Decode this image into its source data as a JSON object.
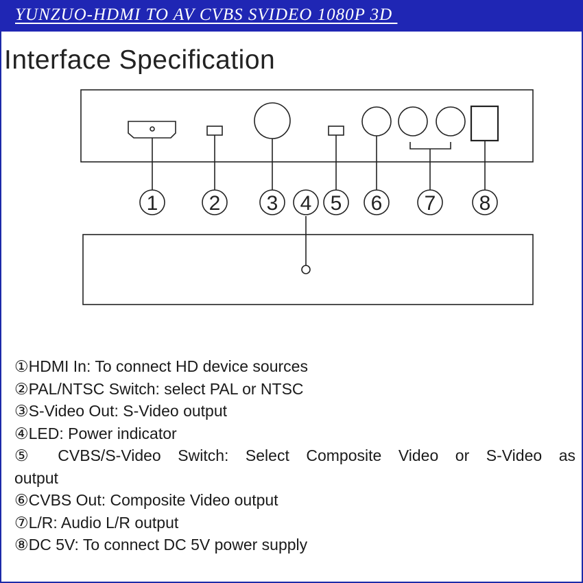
{
  "banner": {
    "title": "YUNZUO-HDMI TO AV CVBS SVIDEO 1080P 3D "
  },
  "heading": "Interface Specification",
  "diagram": {
    "callouts": [
      "1",
      "2",
      "3",
      "4",
      "5",
      "6",
      "7",
      "8"
    ]
  },
  "specs": [
    "①HDMI In: To connect HD device sources",
    "②PAL/NTSC Switch: select PAL or NTSC",
    "③S-Video Out: S-Video output",
    "④LED: Power indicator",
    "⑤ CVBS/S-Video Switch: Select Composite Video or S-Video as",
    "output",
    "⑥CVBS Out: Composite Video output",
    "⑦L/R: Audio L/R output",
    "⑧DC 5V: To connect DC 5V power supply"
  ],
  "colors": {
    "banner": "#1f26b4",
    "line": "#222222"
  }
}
